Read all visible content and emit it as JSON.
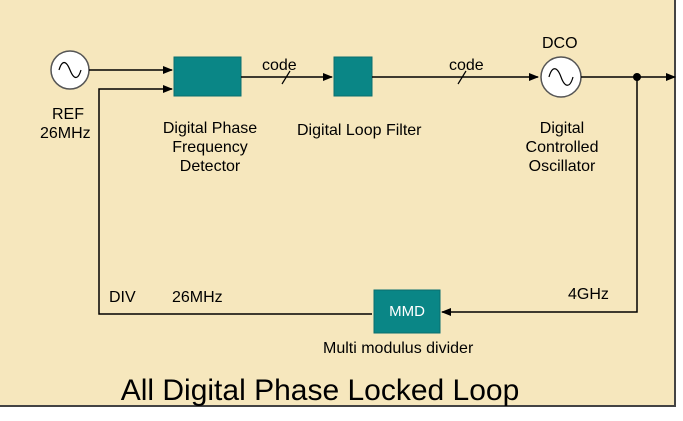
{
  "diagram": {
    "blocks": {
      "ref": {
        "label": "REF",
        "freq": "26MHz"
      },
      "pfd": {
        "label_lines": [
          "Digital Phase",
          "Frequency",
          "Detector"
        ]
      },
      "loop_filter": {
        "label": "Digital Loop Filter"
      },
      "dco": {
        "top_label": "DCO",
        "label_lines": [
          "Digital",
          "Controlled",
          "Oscillator"
        ]
      },
      "mmd": {
        "box_label": "MMD",
        "caption": "Multi modulus divider"
      }
    },
    "signals": {
      "code_1": "code",
      "code_2": "code",
      "div_label": "DIV",
      "div_freq": "26MHz",
      "out_freq": "4GHz"
    },
    "title": "All Digital Phase Locked Loop"
  },
  "colors": {
    "background": "#f6e7bd",
    "block_fill": "#0a8686",
    "line": "#000000"
  },
  "icons": {
    "ref_source": "sine-wave-source-icon",
    "dco_source": "sine-wave-source-icon"
  }
}
